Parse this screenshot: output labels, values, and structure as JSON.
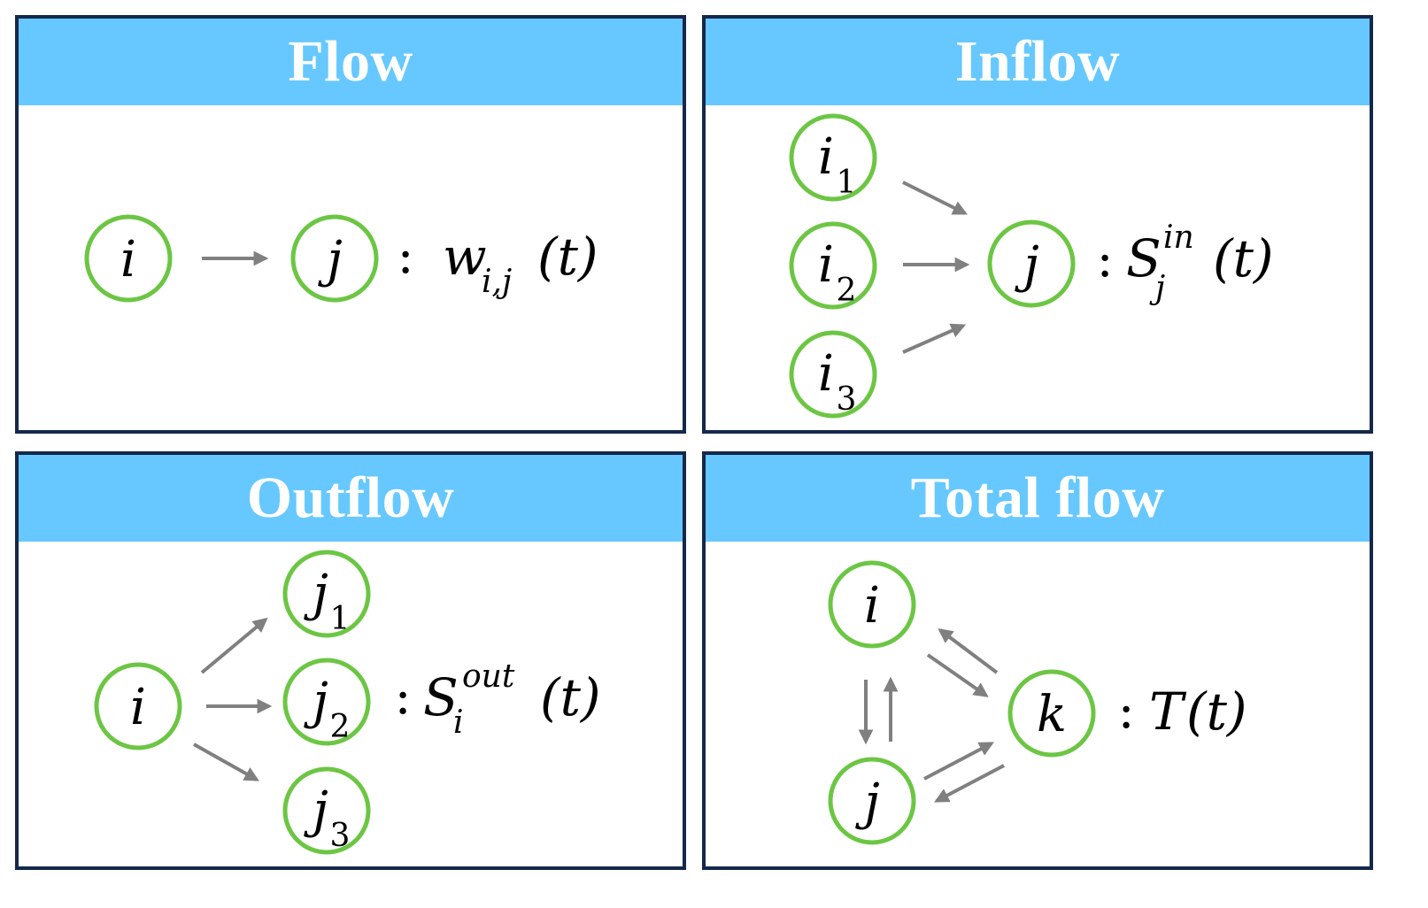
{
  "panels": {
    "flow": {
      "title": "Flow",
      "nodes": {
        "i": "i",
        "j": "j"
      },
      "formula": {
        "colon": ":",
        "symbol": "w",
        "sub": "i,j",
        "arg": "(t)"
      }
    },
    "inflow": {
      "title": "Inflow",
      "nodes": {
        "i1": {
          "base": "i",
          "sub": "1"
        },
        "i2": {
          "base": "i",
          "sub": "2"
        },
        "i3": {
          "base": "i",
          "sub": "3"
        },
        "j": "j"
      },
      "formula": {
        "colon": ":",
        "symbol": "S",
        "sub": "j",
        "sup": "in",
        "arg": "(t)"
      }
    },
    "outflow": {
      "title": "Outflow",
      "nodes": {
        "i": "i",
        "j1": {
          "base": "j",
          "sub": "1"
        },
        "j2": {
          "base": "j",
          "sub": "2"
        },
        "j3": {
          "base": "j",
          "sub": "3"
        }
      },
      "formula": {
        "colon": ":",
        "symbol": "S",
        "sub": "i",
        "sup": "out",
        "arg": "(t)"
      }
    },
    "total": {
      "title": "Total flow",
      "nodes": {
        "i": "i",
        "j": "j",
        "k": "k"
      },
      "formula": {
        "colon": ":",
        "symbol": "T",
        "arg": "(t)"
      }
    }
  },
  "colors": {
    "header": "#66c8ff",
    "border": "#14284b",
    "node_stroke": "#6cc644",
    "arrow": "#808080"
  }
}
